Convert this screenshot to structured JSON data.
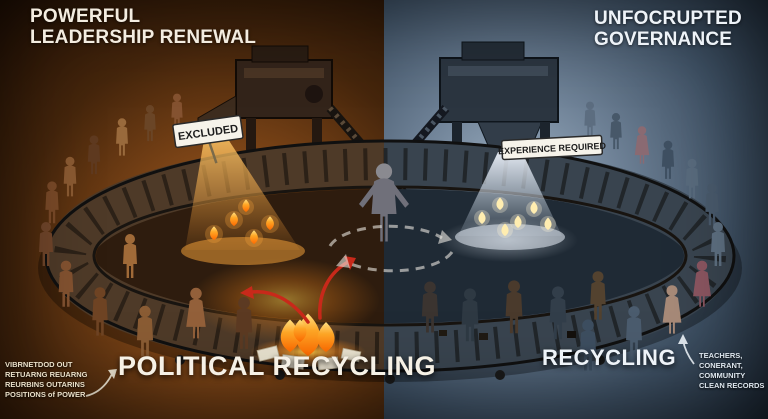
{
  "left": {
    "title_line1": "POWERFUL",
    "title_line2": "LEADERSHIP RENEWAL",
    "sign": "EXCLUDED",
    "caption": "POLITICAL RECYCLING",
    "note_lines": [
      "VIBRNETDOD OUT",
      "RETUARNG REUARNG",
      "REURBINS OUTARINS",
      "POSITIONS of POWER"
    ]
  },
  "right": {
    "title_line1": "UNFOCRUPTED",
    "title_line2": "GOVERNANCE",
    "sign": "EXPERIENCE REQUIRED",
    "caption": "RECYCLING",
    "note_lines": [
      "TEACHERS,",
      "CONERANT,",
      "COMMUNITY",
      "CLEAN RECORDS"
    ]
  },
  "colors": {
    "left_glow": "#b06a22",
    "left_dark": "#1f0f04",
    "right_light": "#9fb2c4",
    "right_dark": "#1a2531",
    "spotlight_left": "#ffc868",
    "spotlight_right": "#f2f7ff",
    "fire_orange": "#ff8c1a",
    "red_arrow": "#c8291a",
    "sign_bg": "#f6f3ea",
    "sign_text": "#1c1c1c",
    "belt_left": "#4e3a28",
    "belt_right": "#39444f"
  },
  "icons": {
    "recycle-loop-arrows": "circular dashed loop arrows",
    "fire-flames": "flames burning papers",
    "spotlight-beam": "light cone from machine",
    "conveyor-belt": "oval conveyor track",
    "person-silhouette": "standing human figure",
    "stamping-machine": "industrial machine block",
    "note-arrow": "small curved pointer arrow"
  }
}
